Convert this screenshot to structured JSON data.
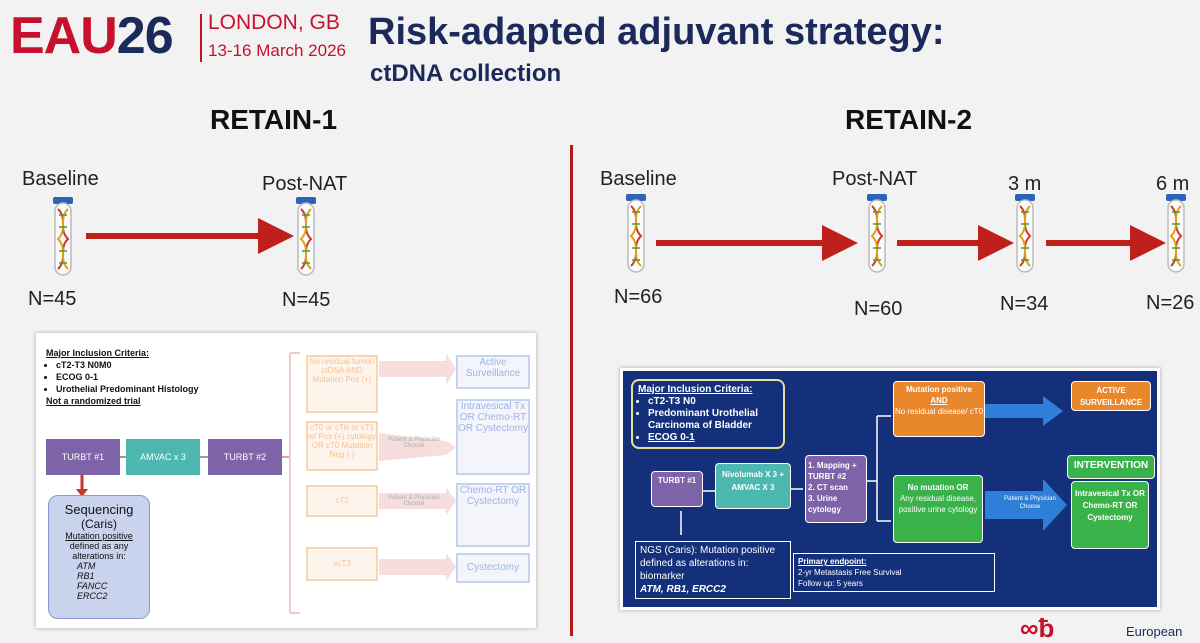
{
  "header": {
    "logo_eau": "EAU",
    "logo_year": "26",
    "location": "LONDON, GB",
    "dates": "13-16 March 2026",
    "title": "Risk-adapted adjuvant strategy:",
    "subtitle": "ctDNA collection"
  },
  "retain1": {
    "title": "RETAIN-1",
    "timepoints": [
      {
        "label": "Baseline",
        "n": "N=45"
      },
      {
        "label": "Post-NAT",
        "n": "N=45"
      }
    ],
    "criteria_title": "Major Inclusion Criteria:",
    "criteria": [
      "cT2-T3 N0M0",
      "ECOG 0-1",
      "Urothelial Predominant Histology"
    ],
    "not_randomized": "Not a randomized trial",
    "steps": [
      "TURBT #1",
      "AMVAC x 3",
      "TURBT #2"
    ],
    "sequencing_title": "Sequencing",
    "sequencing_sub": "(Caris)",
    "sequencing_def_a": "Mutation positive",
    "sequencing_def_b": "defined as any alterations in:",
    "genes": [
      "ATM",
      "RB1",
      "FANCC",
      "ERCC2"
    ],
    "faded_left": [
      "No residual tumor/ ctDNA AND Mutation Pos (+)",
      "cT0 or cTis or cT1 w/ Pos (+) cytology OR cT0 Mutation Neg (-)",
      "cT2",
      "≥cT3"
    ],
    "faded_choose": [
      "Patient & Physician Choose",
      "Patient & Physician Choose"
    ],
    "faded_right": [
      "Active Surveillance",
      "Intravesical Tx OR Chemo-RT OR Cystectomy",
      "Chemo-RT OR Cystectomy",
      "Cystectomy"
    ]
  },
  "retain2": {
    "title": "RETAIN-2",
    "timepoints": [
      {
        "label": "Baseline",
        "n": "N=66"
      },
      {
        "label": "Post-NAT",
        "n": "N=60"
      },
      {
        "label": "3 m",
        "n": "N=34"
      },
      {
        "label": "6 m",
        "n": "N=26"
      }
    ],
    "criteria_title": "Major Inclusion Criteria:",
    "criteria": [
      "cT2-T3 N0",
      "Predominant Urothelial Carcinoma of Bladder",
      "ECOG 0-1"
    ],
    "turbt": "TURBT #1",
    "nivo": "Nivolumab X 3 + AMVAC X 3",
    "assess": [
      "1. Mapping + TURBT #2",
      "2. CT scan",
      "3. Urine cytology"
    ],
    "mut_pos_a": "Mutation positive",
    "mut_pos_and": "AND",
    "mut_pos_b": "No residual disease/ cT0",
    "no_mut_a": "No mutation OR",
    "no_mut_b": "Any residual disease, positive urine cytology",
    "choose": "Patient & Physician Choose",
    "active": "ACTIVE SURVEILLANCE",
    "intervention": "INTERVENTION",
    "interv_opts": "Intravesical Tx OR Chemo-RT OR Cystectomy",
    "ngs_a": "NGS (Caris): Mutation positive defined as alterations in: biomarker",
    "ngs_genes": "ATM, RB1, ERCC2",
    "endpoint_title": "Primary endpoint:",
    "endpoint": "2-yr Metastasis Free Survival",
    "followup": "Follow up: 5 years"
  },
  "footer": {
    "logo_text": "European"
  },
  "colors": {
    "red": "#c8102e",
    "navy": "#1b2a5a",
    "arrow": "#c0201b"
  }
}
